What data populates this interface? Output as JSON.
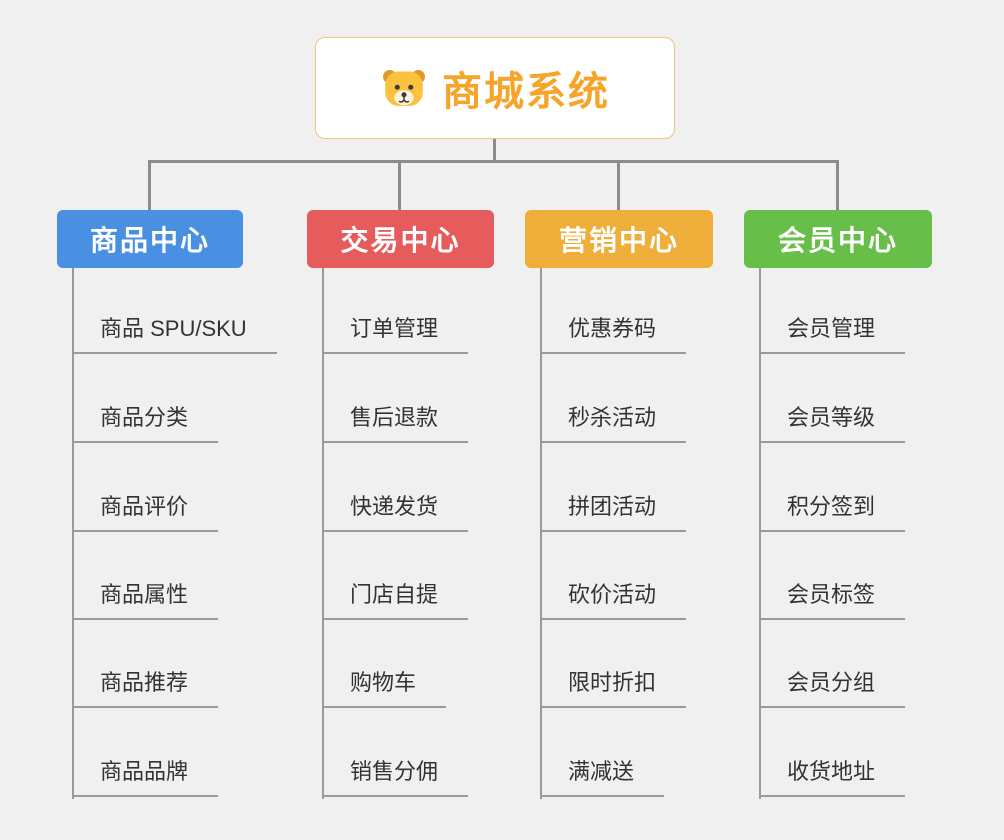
{
  "root": {
    "title": "商城系统",
    "icon": "dog-face-icon",
    "title_color": "#f7a52a",
    "border_color": "#f2c27f"
  },
  "connector_color": "#8c8c8c",
  "branches": [
    {
      "label": "商品中心",
      "color": "#4a90e2",
      "children": [
        "商品 SPU/SKU",
        "商品分类",
        "商品评价",
        "商品属性",
        "商品推荐",
        "商品品牌"
      ]
    },
    {
      "label": "交易中心",
      "color": "#e65c5c",
      "children": [
        "订单管理",
        "售后退款",
        "快递发货",
        "门店自提",
        "购物车",
        "销售分佣"
      ]
    },
    {
      "label": "营销中心",
      "color": "#efad3a",
      "children": [
        "优惠券码",
        "秒杀活动",
        "拼团活动",
        "砍价活动",
        "限时折扣",
        "满减送"
      ]
    },
    {
      "label": "会员中心",
      "color": "#67bf4a",
      "children": [
        "会员管理",
        "会员等级",
        "积分签到",
        "会员标签",
        "会员分组",
        "收货地址"
      ]
    }
  ]
}
